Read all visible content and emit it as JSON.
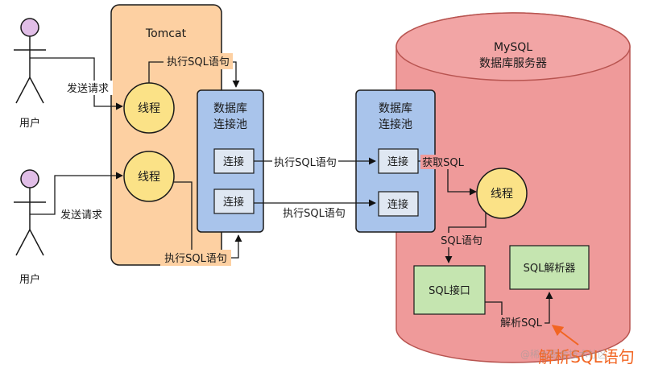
{
  "users": [
    {
      "label": "用户",
      "action": "发送请求"
    },
    {
      "label": "用户",
      "action": "发送请求"
    }
  ],
  "tomcat": {
    "title": "Tomcat",
    "threads": [
      "线程",
      "线程"
    ],
    "exec_top": "执行SQL语句",
    "exec_bottom": "执行SQL语句"
  },
  "pool_left": {
    "title_line1": "数据库",
    "title_line2": "连接池",
    "connections": [
      "连接",
      "连接"
    ]
  },
  "middle_labels": [
    "执行SQL语句",
    "执行SQL语句"
  ],
  "pool_right": {
    "title_line1": "数据库",
    "title_line2": "连接池",
    "connections": [
      "连接",
      "连接"
    ]
  },
  "mysql": {
    "title_line1": "MySQL",
    "title_line2": "数据库服务器",
    "fetch": "获取SQL",
    "thread": "线程",
    "sql_statement": "SQL语句",
    "interface": "SQL接口",
    "parser": "SQL解析器",
    "parse": "解析SQL"
  },
  "annotation": "解析SQL语句",
  "watermark": "@稀土掘金技术社区",
  "colors": {
    "tomcat_fill": "#fdd0a2",
    "tomcat_stroke": "#e6a25e",
    "thread_fill": "#fbe287",
    "thread_stroke": "#c9a43a",
    "pool_fill": "#a9c4eb",
    "pool_stroke": "#4d7ab8",
    "mysql_fill": "#ef9a9a",
    "mysql_stroke": "#b85450",
    "green_fill": "#c5e5b0",
    "green_stroke": "#5f8b4a",
    "actor_head": "#e1bee7",
    "annotation": "#f26522"
  }
}
